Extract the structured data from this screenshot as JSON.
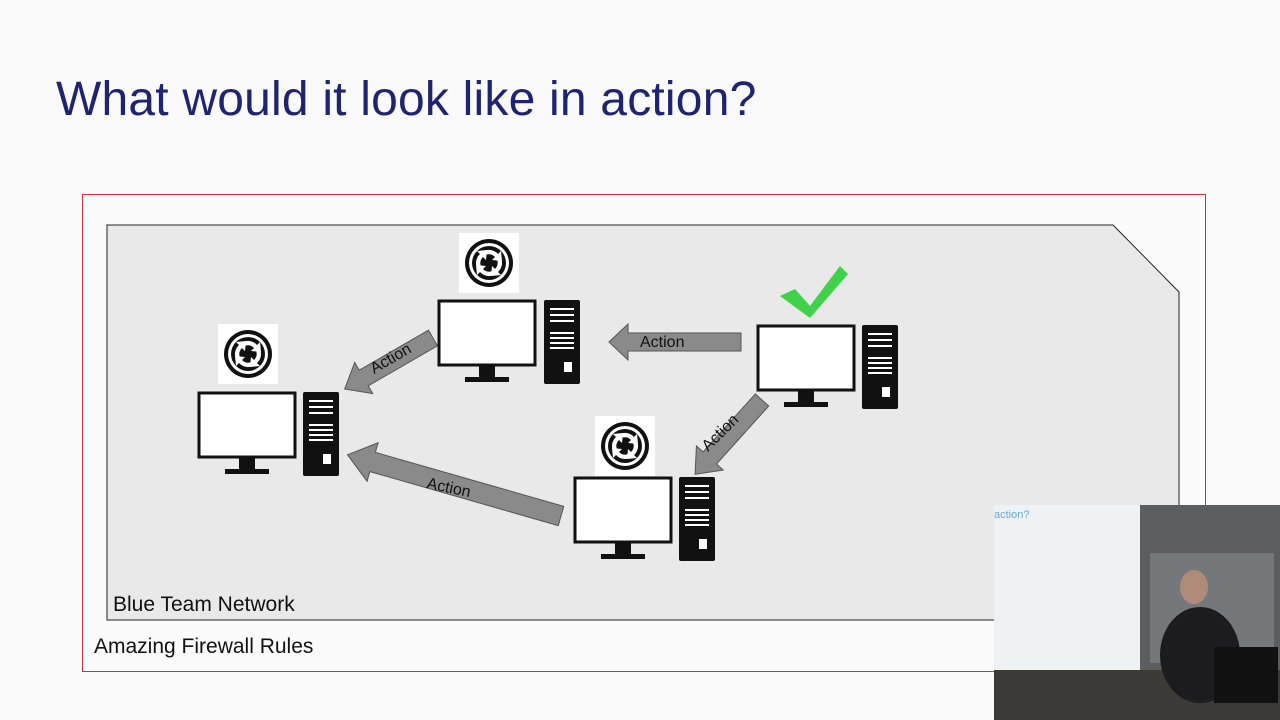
{
  "slide": {
    "title": "What would it look like in action?"
  },
  "diagram": {
    "network_label": "Blue Team Network",
    "firewall_label": "Amazing Firewall Rules",
    "arrows": [
      {
        "label": "Action"
      },
      {
        "label": "Action"
      },
      {
        "label": "Action"
      },
      {
        "label": "Action"
      }
    ],
    "colors": {
      "firewall_border": "#c8313a",
      "network_fill": "#e9e9e9",
      "arrow_fill": "#8a8a8a",
      "check": "#3fd14a",
      "title": "#1e2470"
    },
    "icons": [
      "desktop-computer-icon",
      "sync-icon",
      "checkmark-icon"
    ]
  },
  "webcam": {
    "screen_text": "action?"
  }
}
